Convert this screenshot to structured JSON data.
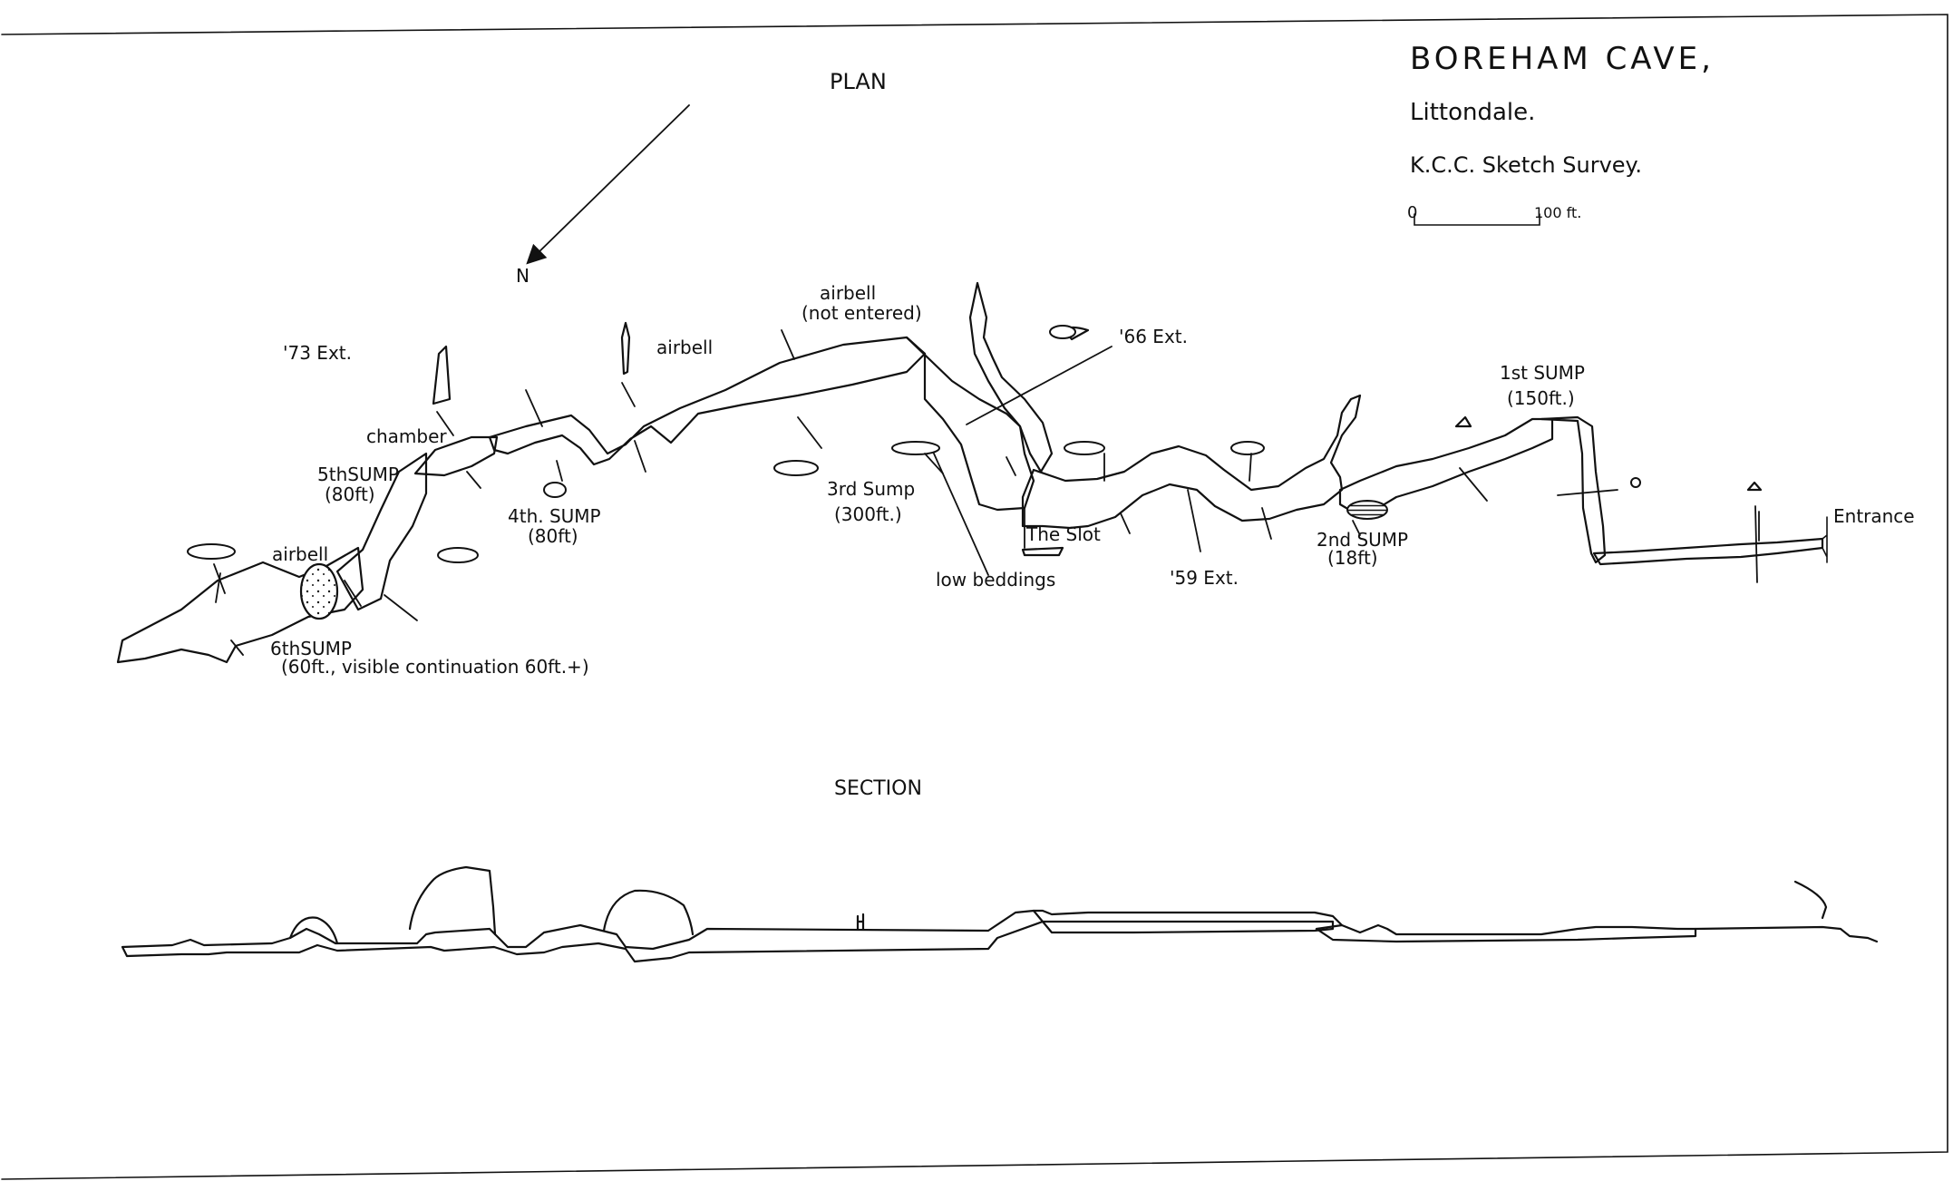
{
  "title": {
    "name": "BOREHAM CAVE,",
    "location": "Littondale.",
    "survey": "K.C.C. Sketch Survey."
  },
  "scale_bar": {
    "start_label": "0",
    "end_label": "100 ft."
  },
  "north_label": "N",
  "plan": {
    "heading": "PLAN",
    "labels": {
      "ext_73": "'73 Ext.",
      "ext_66": "'66 Ext.",
      "ext_59": "'59 Ext.",
      "chamber": "chamber",
      "airbell_upper": "airbell",
      "airbell_not_entered_1": "airbell",
      "airbell_not_entered_2": "(not entered)",
      "airbell_lower": "airbell",
      "sump5_1": "5thSUMP",
      "sump5_2": "(80ft)",
      "sump4_1": "4th. SUMP",
      "sump4_2": "(80ft)",
      "sump3_1": "3rd Sump",
      "sump3_2": "(300ft.)",
      "sump2_1": "2nd SUMP",
      "sump2_2": "(18ft)",
      "sump1_1": "1st SUMP",
      "sump1_2": "(150ft.)",
      "sump6_1": "6thSUMP",
      "sump6_2": "(60ft., visible continuation 60ft.+)",
      "slot": "The Slot",
      "low_beddings": "low beddings",
      "entrance": "Entrance"
    }
  },
  "section": {
    "heading": "SECTION"
  },
  "colors": {
    "ink": "#111111",
    "paper": "#ffffff"
  }
}
